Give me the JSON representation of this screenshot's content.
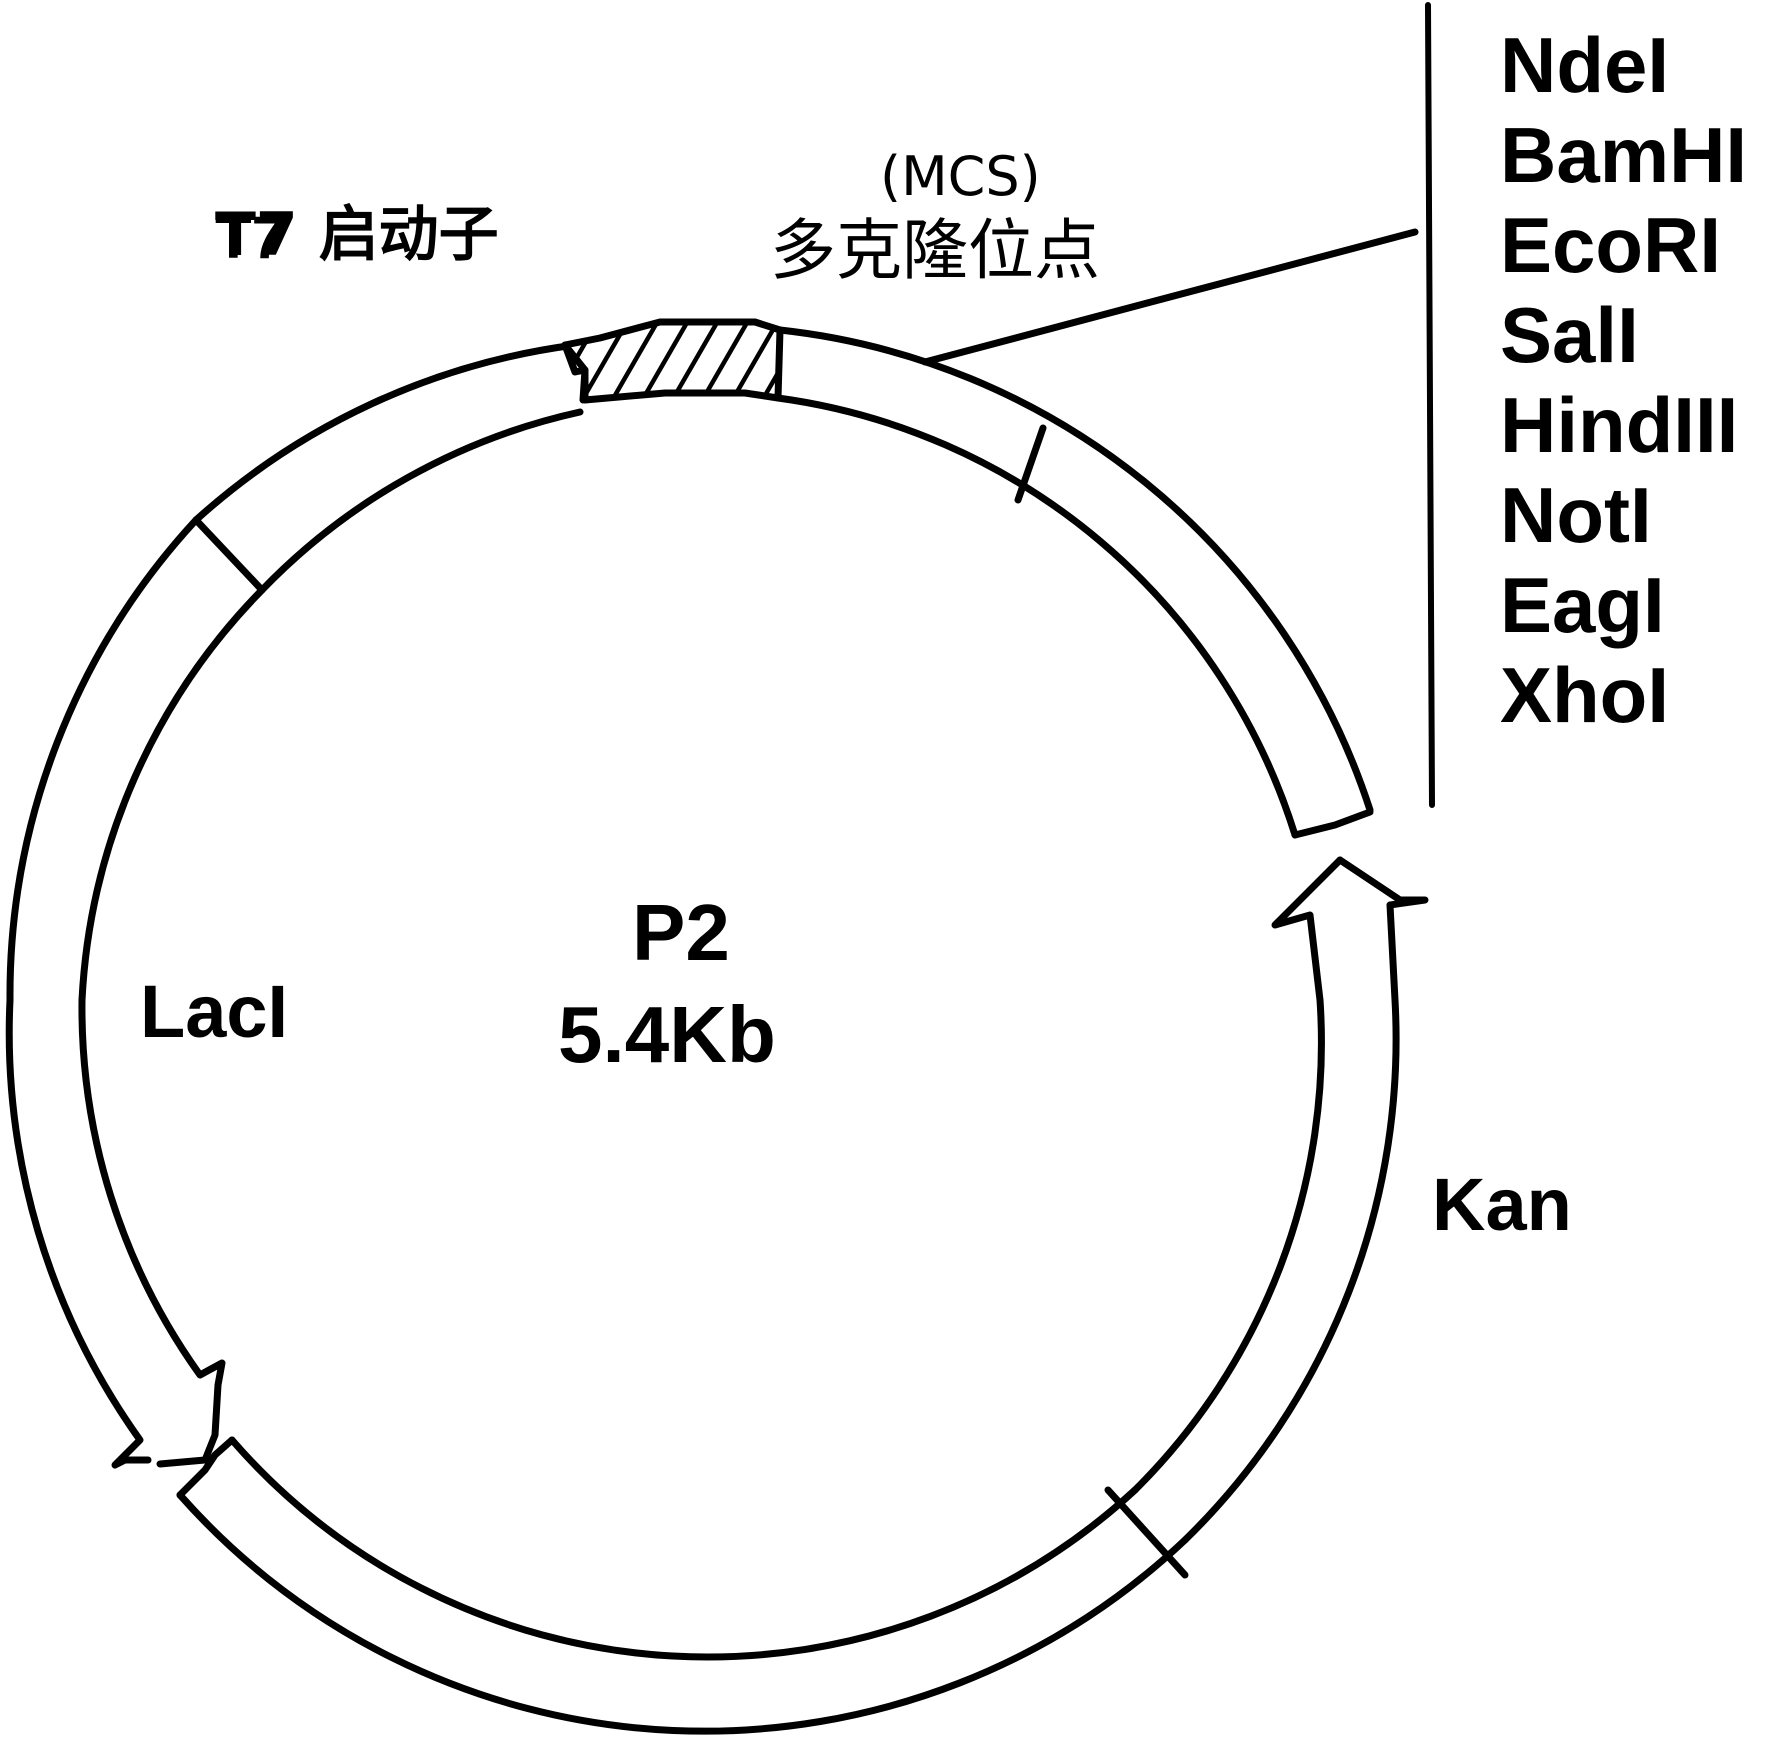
{
  "plasmid": {
    "name": "P2",
    "size": "5.4Kb"
  },
  "features": {
    "t7_promoter": "T7 启动子",
    "mcs_abbrev": "(MCS)",
    "mcs_label": "多克隆位点",
    "laci": "LacI",
    "kan": "Kan"
  },
  "restriction_sites": [
    "NdeI",
    "BamHI",
    "EcoRI",
    "SalI",
    "HindIII",
    "NotI",
    "EagI",
    "XhoI"
  ],
  "colors": {
    "line": "#000000",
    "background": "#ffffff"
  }
}
